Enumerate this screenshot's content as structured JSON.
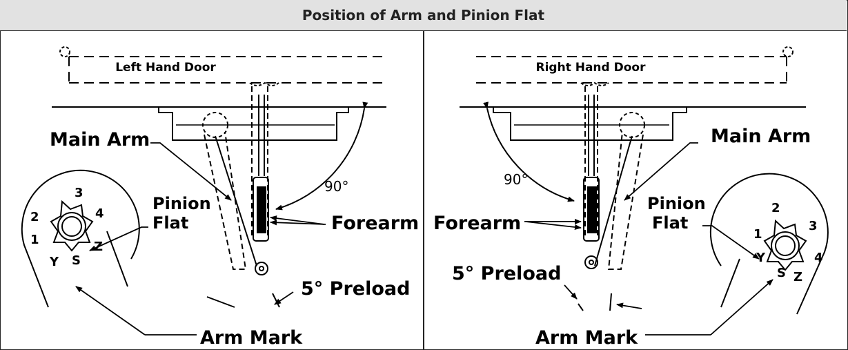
{
  "title": "Position of Arm and Pinion Flat",
  "left_panel": {
    "door_label": "Left Hand Door",
    "main_arm": "Main Arm",
    "angle": "90°",
    "pinion_flat_line1": "Pinion",
    "pinion_flat_line2": "Flat",
    "forearm": "Forearm",
    "preload": "5° Preload",
    "arm_mark": "Arm Mark",
    "pinion_marks": [
      "1",
      "2",
      "3",
      "4",
      "Z",
      "Y",
      "S"
    ]
  },
  "right_panel": {
    "door_label": "Right Hand Door",
    "main_arm": "Main Arm",
    "angle": "90°",
    "pinion_flat_line1": "Pinion",
    "pinion_flat_line2": "Flat",
    "forearm": "Forearm",
    "preload": "5° Preload",
    "arm_mark": "Arm Mark",
    "pinion_marks": [
      "1",
      "2",
      "3",
      "4",
      "Z",
      "Y",
      "S"
    ]
  },
  "colors": {
    "header_bg": "#e2e2e2",
    "line": "#000000"
  }
}
